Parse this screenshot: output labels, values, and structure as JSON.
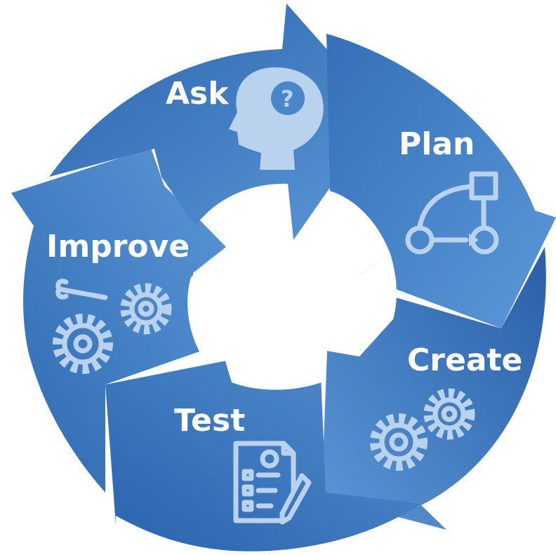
{
  "cycle": {
    "steps": [
      {
        "label": "Ask",
        "icon": "head-question-icon"
      },
      {
        "label": "Plan",
        "icon": "flowchart-icon"
      },
      {
        "label": "Create",
        "icon": "gears-icon"
      },
      {
        "label": "Test",
        "icon": "checklist-pencil-icon"
      },
      {
        "label": "Improve",
        "icon": "wrench-gears-icon"
      }
    ]
  },
  "colors": {
    "arrow_dark": "#2b63ad",
    "arrow_light": "#5a97d6",
    "icon": "#b9d3ef",
    "background": "#ffffff",
    "label": "#ffffff"
  }
}
